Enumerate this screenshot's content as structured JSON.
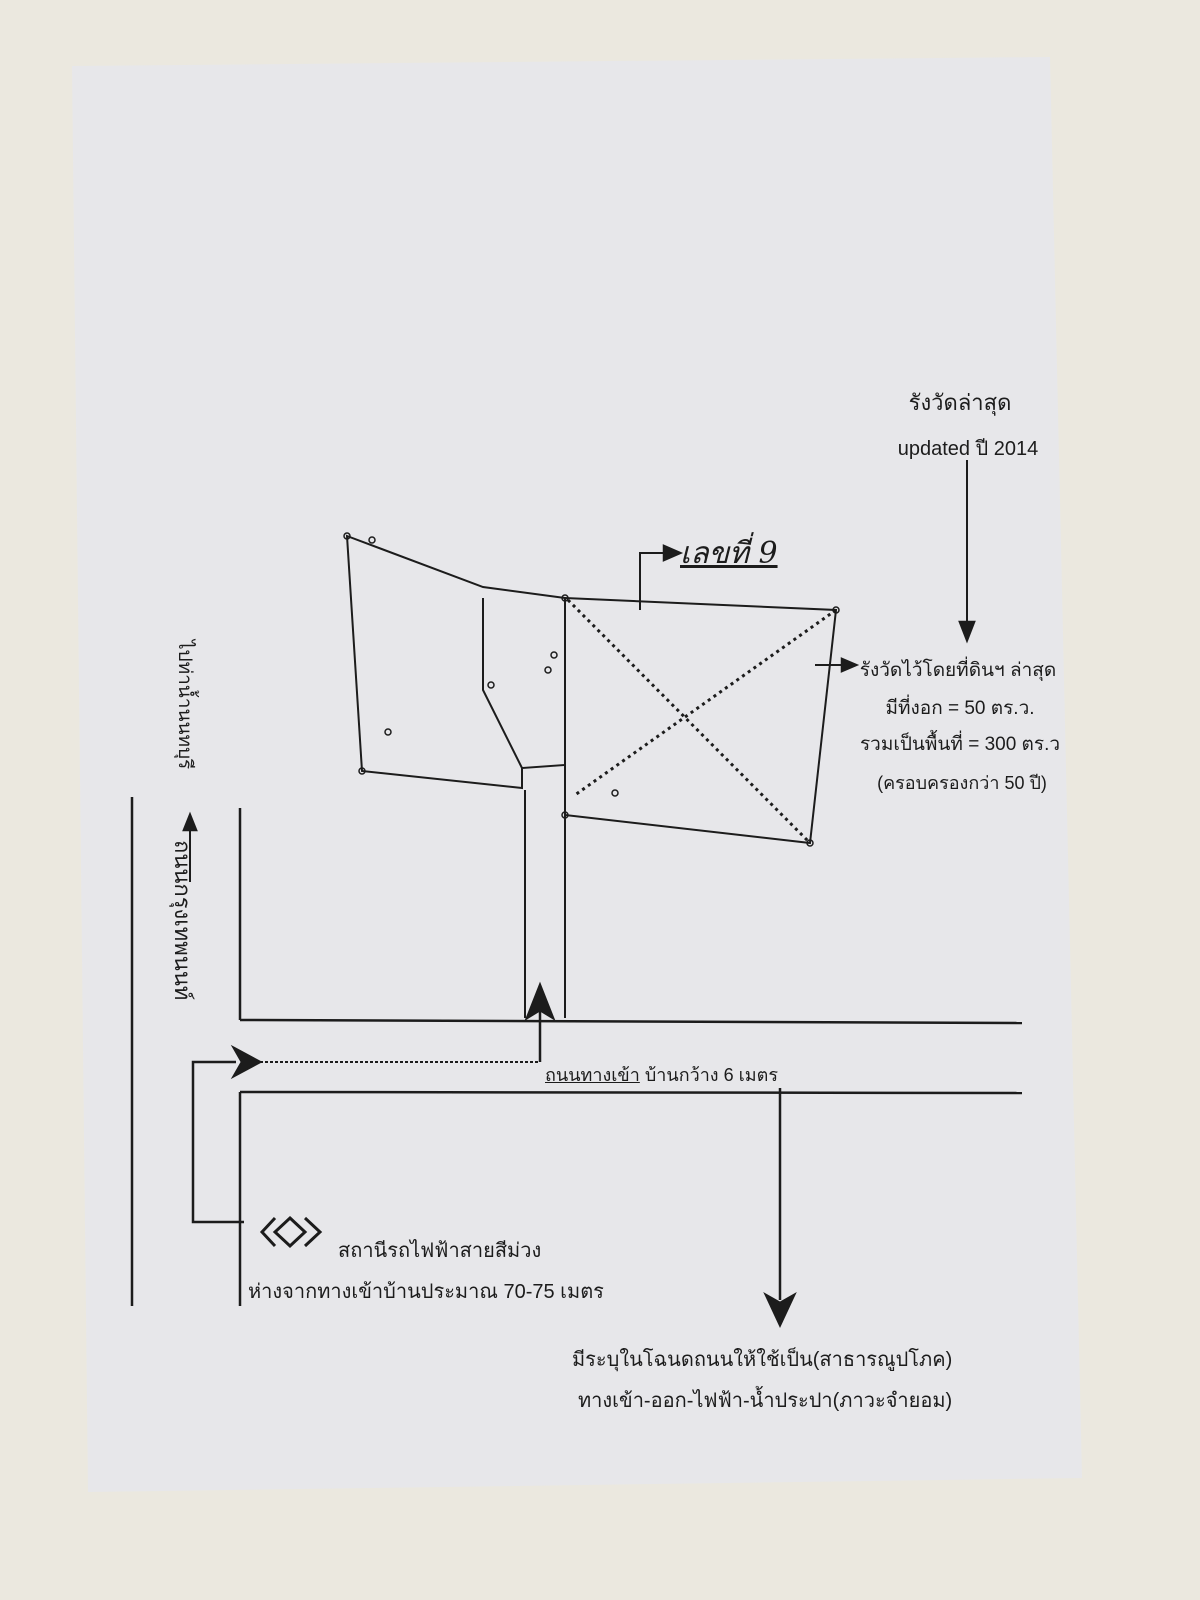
{
  "header_note": {
    "line1": "รังวัดล่าสุด",
    "line2": "updated ปี 2014"
  },
  "plot_label": "เลขที่ 9",
  "survey_note": {
    "line1": "รังวัดไว้โดยที่ดินฯ ล่าสุด",
    "line2": "มีที่งอก = 50 ตร.ว.",
    "line3": "รวมเป็นพื้นที่ = 300 ตร.ว",
    "line4": "(ครอบครองกว่า 50 ปี)"
  },
  "main_road": {
    "name": "ถนนกรุงเทพนนท์",
    "direction": "ไปท่าน้ำนนทบุรี"
  },
  "access_road": {
    "name": "ถนนทางเข้า",
    "width": "บ้านกว้าง 6 เมตร"
  },
  "station": {
    "name": "สถานีรถไฟฟ้าสายสีม่วง",
    "distance": "ห่างจากทางเข้าบ้านประมาณ 70-75 เมตร",
    "icon": "mrt-logo-icon"
  },
  "deed_note": {
    "line1": "มีระบุในโฉนดถนนให้ใช้เป็น(สาธารณูปโภค)",
    "line2": "ทางเข้า-ออก-ไฟฟ้า-น้ำประปา(ภาวะจำยอม)"
  },
  "colors": {
    "paper": "#e8e8ea",
    "background": "#ebe8df",
    "ink": "#1c1c1c"
  }
}
